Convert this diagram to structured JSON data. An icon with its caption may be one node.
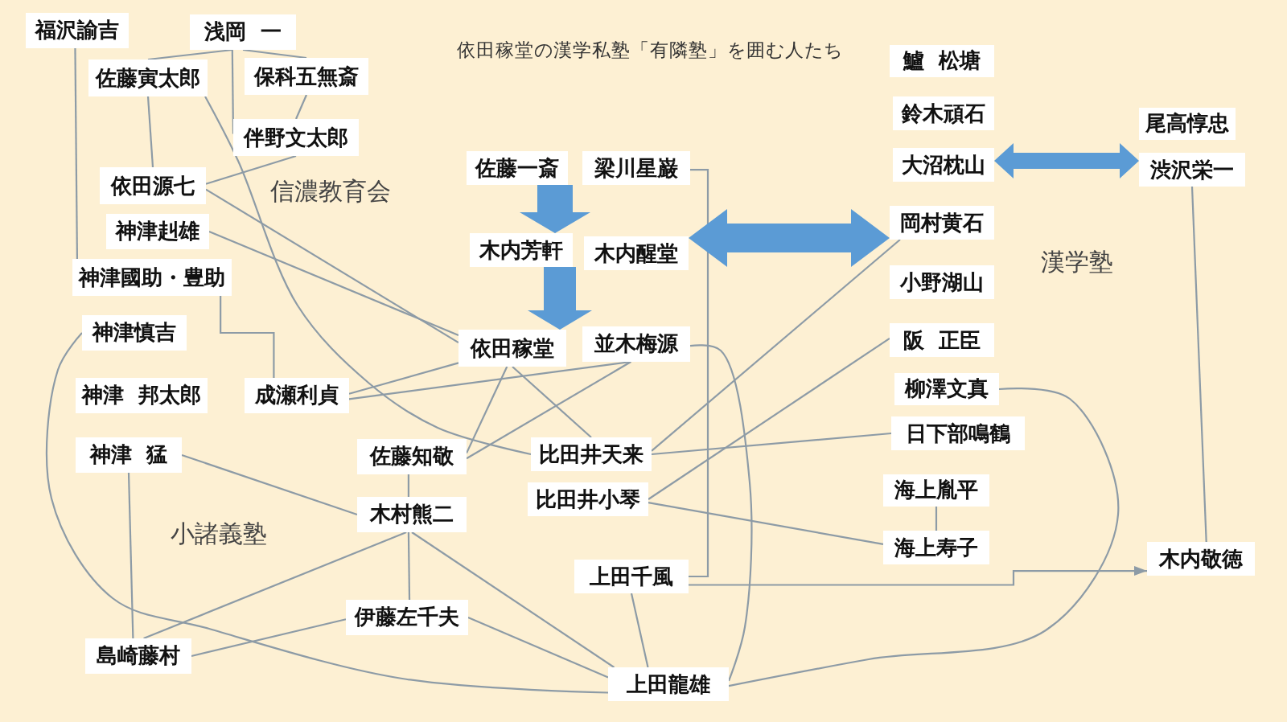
{
  "diagram": {
    "title": "依田稼堂の漢学私塾「有隣塾」を囲む人たち",
    "nodes": [
      {
        "text": [
          "福沢諭吉"
        ]
      },
      {
        "text": [
          "浅岡 一"
        ]
      },
      {
        "text": [
          "佐藤寅太郎"
        ]
      },
      {
        "text": [
          "保科五無斎"
        ]
      },
      {
        "text": [
          "伴野文太郎"
        ]
      },
      {
        "text": [
          "依田源七"
        ]
      },
      {
        "text": [
          "神津赳雄"
        ]
      },
      {
        "text": [
          "神津國助・豊助"
        ]
      },
      {
        "text": [
          "神津慎吉"
        ]
      },
      {
        "text": [
          "神津 邦太郎"
        ]
      },
      {
        "text": [
          "成瀬利貞"
        ]
      },
      {
        "text": [
          "神津 猛"
        ]
      },
      {
        "text": [
          "佐藤知敬"
        ]
      },
      {
        "text": [
          "木村熊二"
        ]
      },
      {
        "text": [
          "伊藤左千夫"
        ]
      },
      {
        "text": [
          "島崎藤村"
        ]
      },
      {
        "text": [
          "佐藤一斎"
        ]
      },
      {
        "text": [
          "梁川星巌"
        ]
      },
      {
        "text": [
          "木内芳軒"
        ]
      },
      {
        "text": [
          "木内醒堂"
        ]
      },
      {
        "text": [
          "依田稼堂"
        ]
      },
      {
        "text": [
          "並木梅源"
        ]
      },
      {
        "text": [
          "比田井天来"
        ]
      },
      {
        "text": [
          "比田井小琴"
        ]
      },
      {
        "text": [
          "上田千風"
        ]
      },
      {
        "text": [
          "上田龍雄"
        ]
      },
      {
        "text": [
          "鱸 松塘"
        ]
      },
      {
        "text": [
          "鈴木頑石"
        ]
      },
      {
        "text": [
          "大沼枕山"
        ]
      },
      {
        "text": [
          "岡村黄石"
        ]
      },
      {
        "text": [
          "小野湖山"
        ]
      },
      {
        "text": [
          "阪 正臣"
        ]
      },
      {
        "text": [
          "柳澤文真"
        ]
      },
      {
        "text": [
          "日下部鳴鶴"
        ]
      },
      {
        "text": [
          "海上胤平"
        ]
      },
      {
        "text": [
          "海上寿子"
        ]
      },
      {
        "text": [
          "尾高惇忠"
        ]
      },
      {
        "text": [
          "渋沢栄一"
        ]
      },
      {
        "text": [
          "木内敬徳"
        ]
      }
    ],
    "edges": [
      {
        "from": 1,
        "to": 2,
        "arrow": "none"
      },
      {
        "from": 1,
        "to": 3,
        "arrow": "none"
      },
      {
        "from": 1,
        "to": 4,
        "arrow": "none"
      },
      {
        "from": 3,
        "to": 4,
        "arrow": "none"
      },
      {
        "from": 2,
        "to": 5,
        "arrow": "none"
      },
      {
        "from": 4,
        "to": 5,
        "arrow": "none"
      },
      {
        "from": 5,
        "to": 20,
        "arrow": "none"
      },
      {
        "from": 6,
        "to": 20,
        "arrow": "none"
      },
      {
        "from": 2,
        "to": 22,
        "arrow": "none"
      },
      {
        "from": 0,
        "to": 7,
        "arrow": "none"
      },
      {
        "from": 7,
        "to": 10,
        "arrow": "none"
      },
      {
        "from": 8,
        "to": 25,
        "arrow": "none"
      },
      {
        "from": 10,
        "to": 20,
        "arrow": "none"
      },
      {
        "from": 10,
        "to": 21,
        "arrow": "none"
      },
      {
        "from": 20,
        "to": 22,
        "arrow": "none"
      },
      {
        "from": 20,
        "to": 12,
        "arrow": "none"
      },
      {
        "from": 21,
        "to": 12,
        "arrow": "none"
      },
      {
        "from": 11,
        "to": 13,
        "arrow": "none"
      },
      {
        "from": 12,
        "to": 13,
        "arrow": "none"
      },
      {
        "from": 13,
        "to": 14,
        "arrow": "none"
      },
      {
        "from": 13,
        "to": 15,
        "arrow": "none"
      },
      {
        "from": 13,
        "to": 25,
        "arrow": "none"
      },
      {
        "from": 14,
        "to": 25,
        "arrow": "none"
      },
      {
        "from": 14,
        "to": 15,
        "arrow": "none"
      },
      {
        "from": 11,
        "to": 15,
        "arrow": "none"
      },
      {
        "from": 17,
        "to": 24,
        "arrow": "none"
      },
      {
        "from": 21,
        "to": 25,
        "arrow": "none"
      },
      {
        "from": 22,
        "to": 29,
        "arrow": "none"
      },
      {
        "from": 22,
        "to": 33,
        "arrow": "none"
      },
      {
        "from": 23,
        "to": 31,
        "arrow": "none"
      },
      {
        "from": 23,
        "to": 35,
        "arrow": "none"
      },
      {
        "from": 24,
        "to": 38,
        "arrow": "to"
      },
      {
        "from": 24,
        "to": 25,
        "arrow": "none"
      },
      {
        "from": 32,
        "to": 25,
        "arrow": "none"
      },
      {
        "from": 37,
        "to": 38,
        "arrow": "none"
      },
      {
        "from": 34,
        "to": 35,
        "arrow": "none"
      },
      {
        "from": 16,
        "to": 18,
        "arrow": "to",
        "style": "thick",
        "color": "#5b9bd5"
      },
      {
        "from": 18,
        "to": 20,
        "arrow": "to",
        "style": "thick",
        "color": "#5b9bd5"
      },
      {
        "from": 19,
        "to": 29,
        "arrow": "both",
        "style": "thick",
        "color": "#5b9bd5"
      },
      {
        "from": 28,
        "to": 37,
        "arrow": "both",
        "style": "thick",
        "color": "#5b9bd5"
      }
    ],
    "labels": [
      "信濃教育会",
      "漢学塾",
      "小諸義塾"
    ]
  }
}
